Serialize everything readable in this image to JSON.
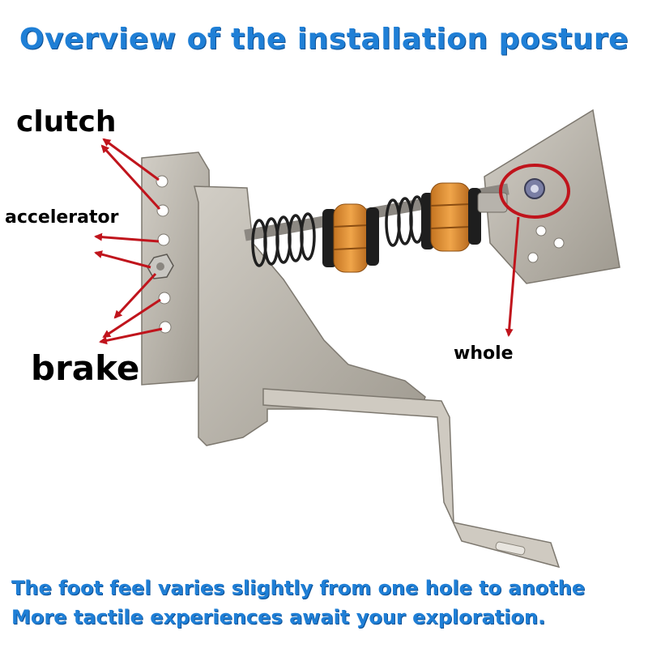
{
  "title": "Overview of the installation posture",
  "labels": {
    "clutch": "clutch",
    "accelerator": "accelerator",
    "brake": "brake",
    "whole": "whole"
  },
  "caption": {
    "line1": "The foot feel varies slightly from one hole to anothe",
    "line2": "More tactile experiences await your exploration."
  },
  "colors": {
    "title_text": "#1f7fd6",
    "arrow": "#c0141c",
    "metal": "#b9b4ab",
    "spring_rubber": "#e79a3b"
  }
}
